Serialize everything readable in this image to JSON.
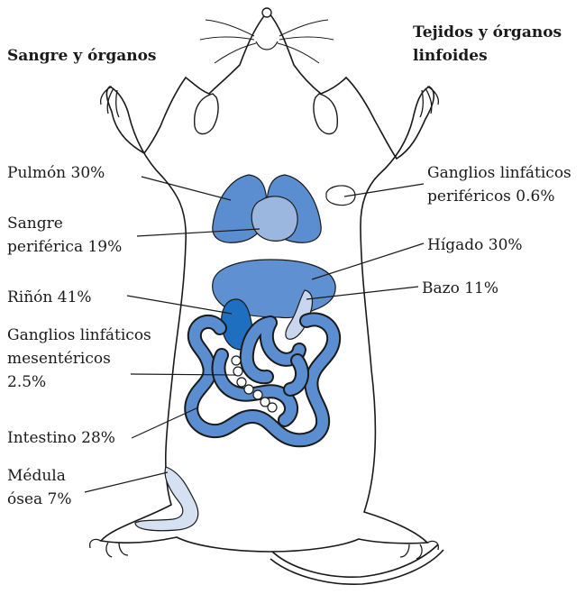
{
  "headings": {
    "left": "Sangre y órganos",
    "right_line1": "Tejidos y órganos",
    "right_line2": "linfoides"
  },
  "labels": {
    "lung": "Pulmón 30%",
    "blood_1": "Sangre",
    "blood_2": "periférica 19%",
    "kidney": "Riñón 41%",
    "mesenteric_1": "Ganglios linfáticos",
    "mesenteric_2": "mesentéricos",
    "mesenteric_3": "2.5%",
    "intestine": "Intestino 28%",
    "marrow_1": "Médula",
    "marrow_2": "ósea 7%",
    "peripheral_1": "Ganglios linfáticos",
    "peripheral_2": "periféricos 0.6%",
    "liver": "Hígado 30%",
    "spleen": "Bazo 11%"
  },
  "colors": {
    "lung": "#5b8ed0",
    "heart": "#9bb7e0",
    "liver": "#5f90d2",
    "kidney": "#1f6fc0",
    "spleen": "#c8d6ee",
    "intestine": "#5b8ed0",
    "node": "#ffffff",
    "marrow": "#d5e0f2",
    "outline": "#1a1a1a"
  }
}
